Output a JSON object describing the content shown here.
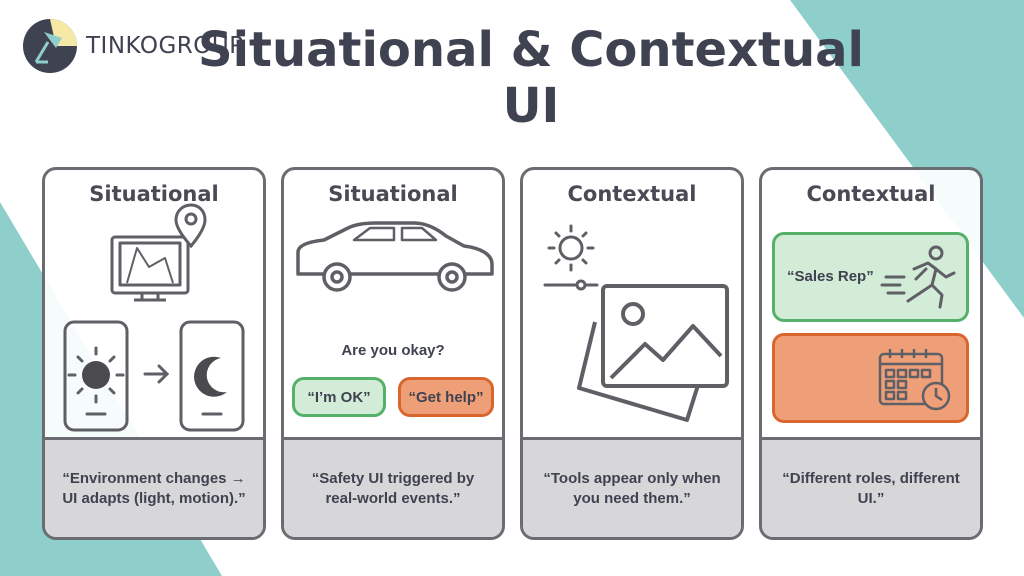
{
  "brand": {
    "name": "TINKOGROUP"
  },
  "title": {
    "line1": "Situational & Contextual",
    "line2": "UI"
  },
  "colors": {
    "teal": "#8ecfcb",
    "dark": "#3f4250",
    "green_bg": "#d3ecd8",
    "green_border": "#55b06a",
    "orange_bg": "#ef9f78",
    "orange_border": "#d9662f",
    "caption_bg": "#d7d7d9"
  },
  "cards": [
    {
      "title": "Situational",
      "icons": [
        "car-dashboard-map-icon",
        "location-pin-icon",
        "phone-sun-icon",
        "arrow-right-icon",
        "phone-moon-icon"
      ],
      "caption": "“Environment changes → UI adapts (light, motion).”"
    },
    {
      "title": "Situational",
      "icons": [
        "car-icon"
      ],
      "question": "Are you okay?",
      "buttons": {
        "ok": "“I’m OK”",
        "help": "“Get help”"
      },
      "caption": "“Safety UI triggered by real-world events.”"
    },
    {
      "title": "Contextual",
      "icons": [
        "sun-slider-icon",
        "image-stack-icon"
      ],
      "caption": "“Tools appear only when you need them.”"
    },
    {
      "title": "Contextual",
      "icons": [
        "running-person-icon",
        "calendar-clock-icon"
      ],
      "role_label": "“Sales Rep”",
      "caption": "“Different roles, different UI.”"
    }
  ]
}
